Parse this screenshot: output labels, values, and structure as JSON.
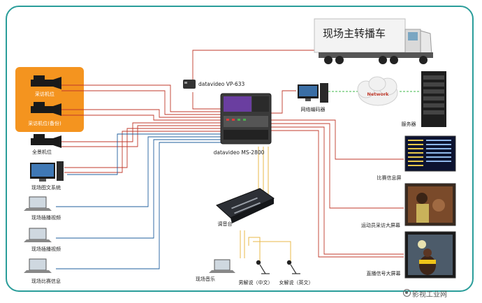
{
  "truck": {
    "title": "现场主转播车"
  },
  "cameras": {
    "interview": "采访机位",
    "interview_backup": "采访机位(备份)",
    "panorama": "全景机位"
  },
  "sources": {
    "graphics": "现场图文系统",
    "playback_1": "现场插播视频",
    "playback_2": "现场插播视频",
    "match_info": "现场比赛信息"
  },
  "center": {
    "converter": "datavideo VP-633",
    "switcher": "datavideo MS-2800",
    "encoder": "网络编码器",
    "network": "Network",
    "server": "服务器",
    "mixer": "调音台"
  },
  "audio": {
    "music": "现场音乐",
    "male": "男解说（中文）",
    "female": "女解说（英文）"
  },
  "outputs": {
    "scoreboard": "比赛信息屏",
    "athlete": "运动员采访大屏幕",
    "broadcast": "直播信号大屏幕"
  },
  "watermark": "影视工业网",
  "colors": {
    "frame_border": "#2a9d9a",
    "video_red": "#c0392b",
    "video_blue": "#1f5f9e",
    "audio_yellow": "#e8b84a",
    "network_green": "#3cba4a",
    "camera_panel": "#f4941f"
  }
}
